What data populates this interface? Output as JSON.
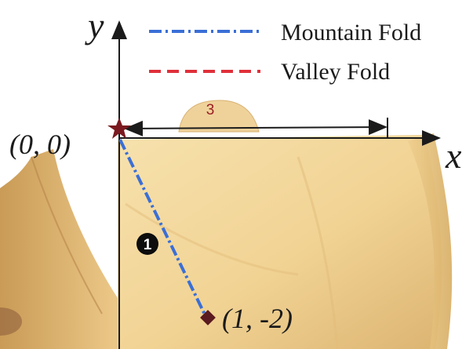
{
  "legend": {
    "mountain_fold": "Mountain Fold",
    "valley_fold": "Valley Fold"
  },
  "axes": {
    "y_label": "y",
    "x_label": "x"
  },
  "points": {
    "origin_label": "(0, 0)",
    "end_label": "(1, -2)"
  },
  "measure": {
    "label": "3"
  },
  "step": {
    "number": "1"
  },
  "colors": {
    "mountain": "#3a6fd6",
    "valley": "#e0303a",
    "ink": "#1b1b1b",
    "marker": "#5a1a1f",
    "paper": "#f2d59a",
    "paper_shadow": "#d6b06a",
    "step_badge": "#0d0d0d",
    "measure_label": "#9a1f24"
  }
}
